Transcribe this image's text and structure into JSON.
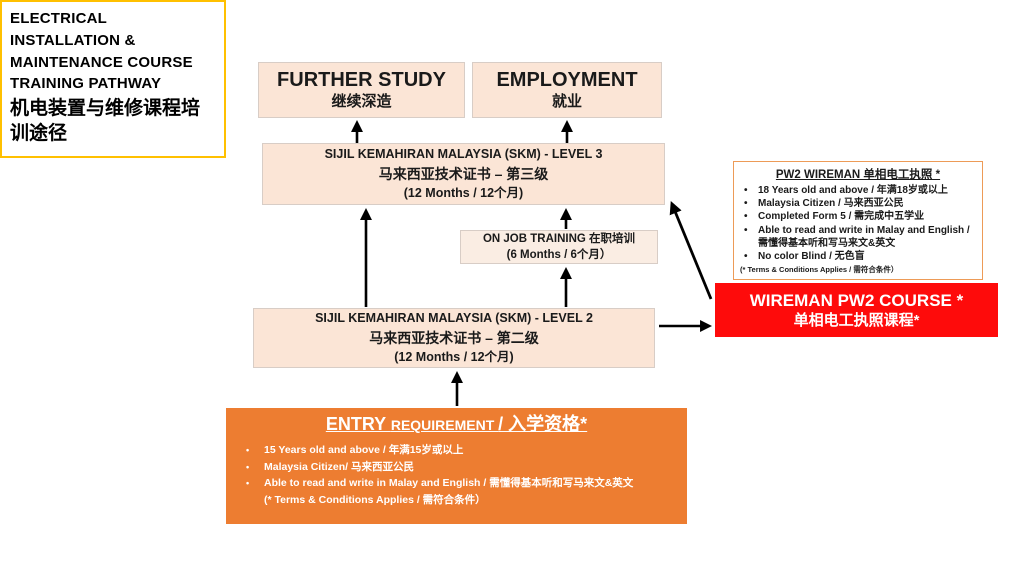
{
  "colors": {
    "accent_orange": "#ED7D31",
    "peach_fill": "#FBE5D6",
    "red_fill": "#FE0B0B",
    "gold_border": "#FFC000",
    "arrow": "#000000"
  },
  "title_box": {
    "en": "ELECTRICAL INSTALLATION & MAINTENANCE COURSE TRAINING PATHWAY",
    "zh": "机电装置与维修课程培训途径"
  },
  "further_study": {
    "en": "FURTHER STUDY",
    "zh": "继续深造"
  },
  "employment": {
    "en": "EMPLOYMENT",
    "zh": "就业"
  },
  "skm_level3": {
    "en": "SIJIL KEMAHIRAN MALAYSIA (SKM) - LEVEL 3",
    "zh": "马来西亚技术证书 – 第三级",
    "duration": "(12 Months / 12个月)"
  },
  "on_job_training": {
    "en": "ON JOB TRAINING 在职培训",
    "duration": "(6 Months / 6个月）"
  },
  "skm_level2": {
    "en": "SIJIL KEMAHIRAN MALAYSIA (SKM) - LEVEL 2",
    "zh": "马来西亚技术证书 – 第二级",
    "duration": "(12 Months / 12个月)"
  },
  "pw2_requirements": {
    "title": "PW2 WIREMAN 单相电工执照 *",
    "items": [
      "18 Years old and above / 年满18岁或以上",
      "Malaysia Citizen / 马来西亚公民",
      "Completed Form 5 / 需完成中五学业",
      "Able to read and write in Malay and English /需懂得基本听和写马来文&英文",
      "No color Blind  / 无色盲"
    ],
    "note": "(* Terms & Conditions Applies  / 需符合条件）"
  },
  "wireman_course": {
    "en": "WIREMAN PW2 COURSE *",
    "zh": "单相电工执照课程*"
  },
  "entry_requirement": {
    "title_part1": "ENTRY ",
    "title_part2": "REQUIREMENT ",
    "title_part3": " / 入学资格*",
    "items": [
      "15 Years old and above / 年满15岁或以上",
      "Malaysia Citizen/ 马来西亚公民",
      "Able to read and write in Malay and English / 需懂得基本听和写马来文&英文"
    ],
    "note": "(* Terms & Conditions Applies  / 需符合条件）"
  }
}
